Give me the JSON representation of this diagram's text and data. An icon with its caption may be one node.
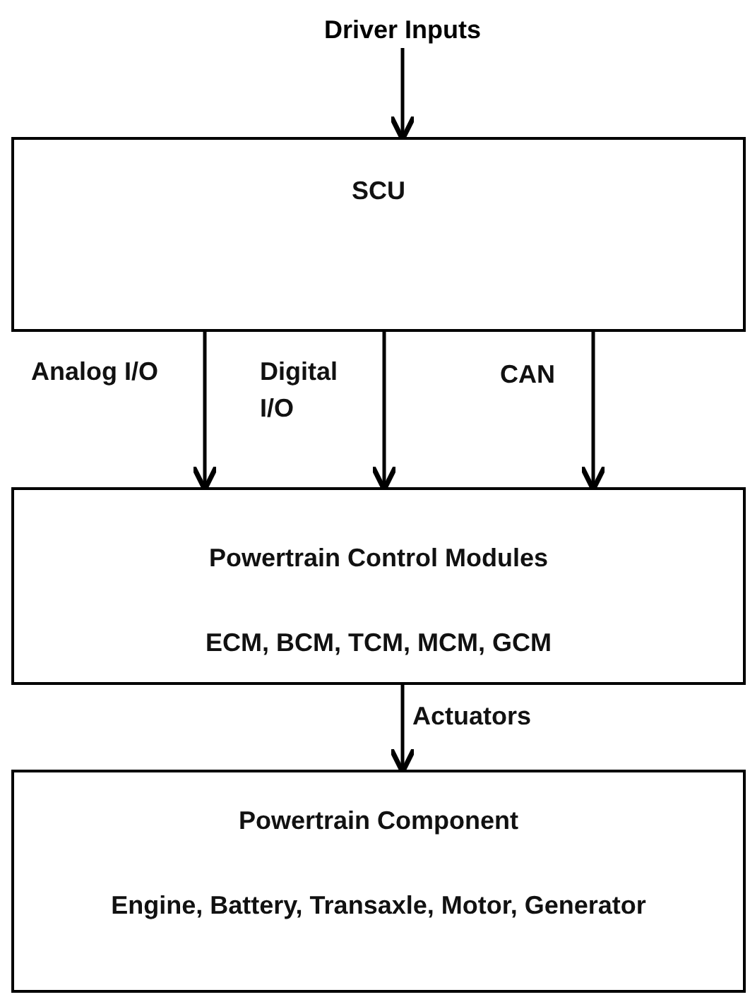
{
  "diagram": {
    "nodes": [
      {
        "text": [
          "Driver Inputs"
        ]
      },
      {
        "text": [
          "SCU"
        ]
      },
      {
        "text": [
          "Powertrain Control Modules",
          "ECM, BCM, TCM, MCM, GCM"
        ]
      },
      {
        "text": [
          "Powertrain Component",
          "Engine, Battery, Transaxle, Motor, Generator"
        ]
      }
    ],
    "edges": [
      {
        "from": 0,
        "to": 1,
        "arrow": "to"
      },
      {
        "from": 1,
        "to": 2,
        "arrow": "to",
        "label": "Analog I/O"
      },
      {
        "from": 1,
        "to": 2,
        "arrow": "to",
        "label": "Digital I/O"
      },
      {
        "from": 1,
        "to": 2,
        "arrow": "to",
        "label": "CAN"
      },
      {
        "from": 2,
        "to": 3,
        "arrow": "to",
        "label": "Actuators"
      }
    ]
  }
}
